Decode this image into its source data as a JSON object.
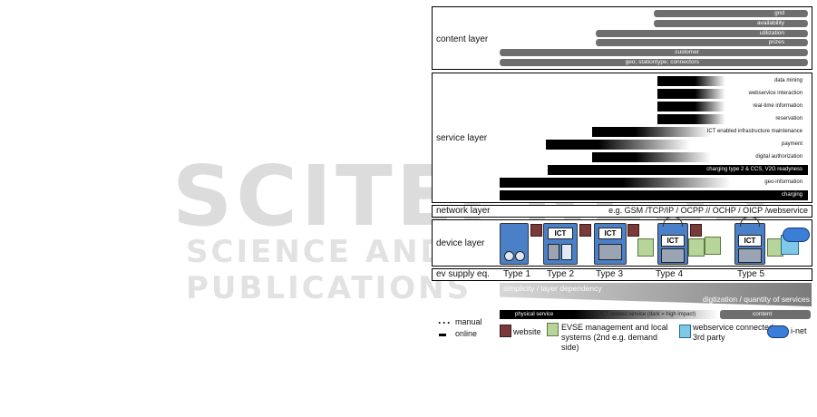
{
  "watermark": {
    "line1": "SCITEPRESS",
    "line2": "SCIENCE AND TECHNOLOGY PUBLICATIONS"
  },
  "content_layer": {
    "label": "content layer",
    "items": [
      "grid",
      "availability",
      "utilization",
      "prizes",
      "customer",
      "geo; stationtype; connectors"
    ]
  },
  "service_layer": {
    "label": "service layer",
    "items": [
      "data mining",
      "webservice interaction",
      "real-time information",
      "reservation",
      "ICT enabled infrastructure maintenance",
      "payment",
      "digital authorization",
      "charging type 2 & CCS, V2G readyness",
      "geo-information",
      "charging"
    ]
  },
  "network_layer": {
    "label": "network layer",
    "text": "e.g. GSM /TCP/IP / OCPP // OCHP / OICP /webservice"
  },
  "device_layer": {
    "label": "device layer",
    "ict_label": "ICT"
  },
  "ev_supply": {
    "label": "ev supply eq.",
    "types": [
      "Type 1",
      "Type 2",
      "Type 3",
      "Type 4",
      "Type 5"
    ]
  },
  "gradient": {
    "left_text": "simplicity / layer dependency",
    "right_text": "digtization / quantity of services"
  },
  "service_bar": {
    "physical": "physical service",
    "ict": "ICT related service (dark = high impact)",
    "content": "content"
  },
  "legend": {
    "manual": "manual",
    "online": "online",
    "website": "website",
    "evse": "EVSE management and local systems (2nd e.g. demand side)",
    "webservice": "webservice connected 3rd party",
    "inet": "i-net"
  }
}
